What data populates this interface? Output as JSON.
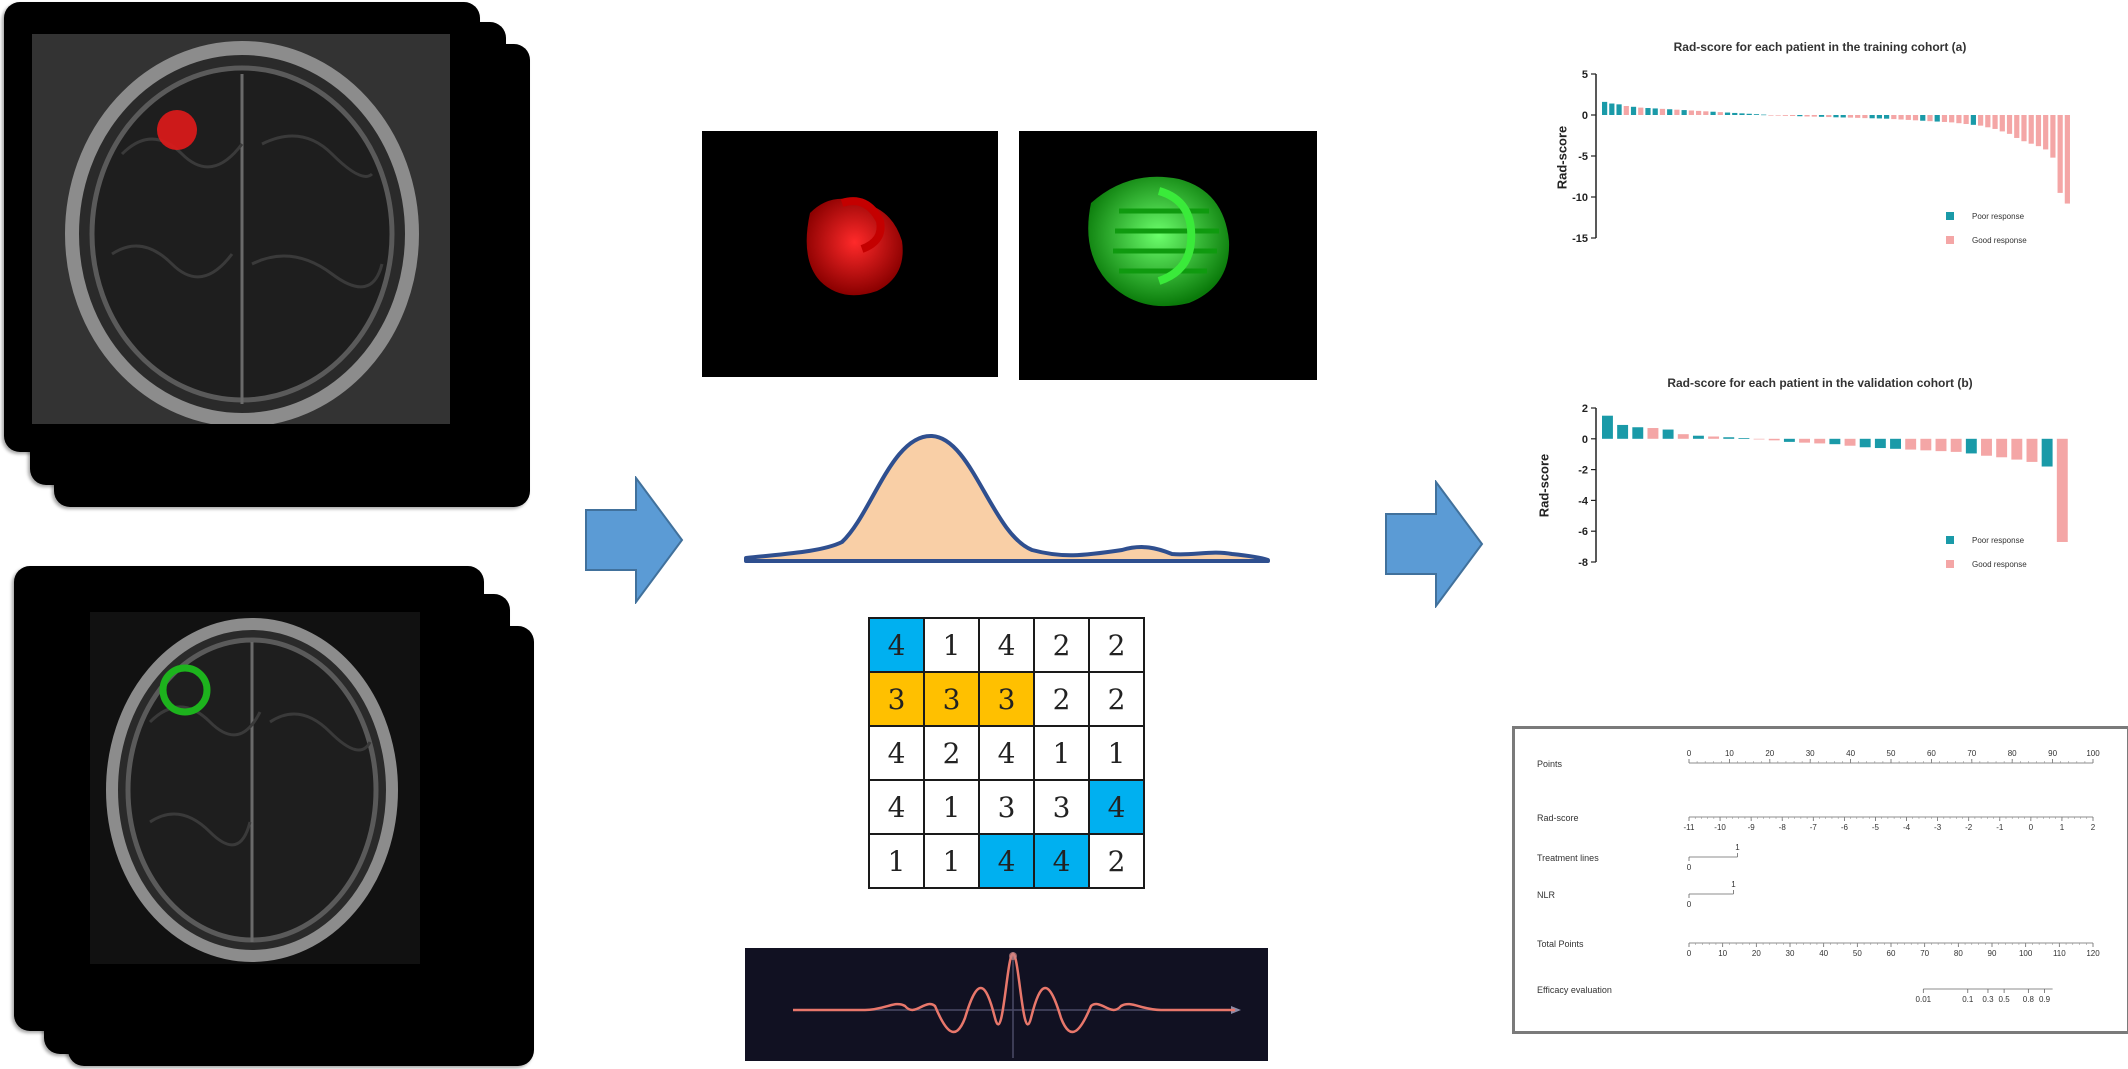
{
  "colors": {
    "arrow_fill": "#5b9bd5",
    "arrow_stroke": "#41719c",
    "roi_red": "#e01a1a",
    "roi_green": "#1db31d",
    "density_fill": "#f9cfa6",
    "density_stroke": "#2f4f8f",
    "grid_blue": "#00b0f0",
    "grid_orange": "#ffc000",
    "poor_response": "#1a9aa8",
    "good_response": "#f4a6a6",
    "wavelet_bg": "#111122",
    "wavelet_line": "#e8776b"
  },
  "icons": {
    "arrow_left": "block-arrow-right-icon",
    "arrow_right": "block-arrow-right-icon"
  },
  "glcm_matrix": [
    [
      {
        "v": "4",
        "c": "blue"
      },
      {
        "v": "1",
        "c": ""
      },
      {
        "v": "4",
        "c": ""
      },
      {
        "v": "2",
        "c": ""
      },
      {
        "v": "2",
        "c": ""
      }
    ],
    [
      {
        "v": "3",
        "c": "orange"
      },
      {
        "v": "3",
        "c": "orange"
      },
      {
        "v": "3",
        "c": "orange"
      },
      {
        "v": "2",
        "c": ""
      },
      {
        "v": "2",
        "c": ""
      }
    ],
    [
      {
        "v": "4",
        "c": ""
      },
      {
        "v": "2",
        "c": ""
      },
      {
        "v": "4",
        "c": ""
      },
      {
        "v": "1",
        "c": ""
      },
      {
        "v": "1",
        "c": ""
      }
    ],
    [
      {
        "v": "4",
        "c": ""
      },
      {
        "v": "1",
        "c": ""
      },
      {
        "v": "3",
        "c": ""
      },
      {
        "v": "3",
        "c": ""
      },
      {
        "v": "4",
        "c": "blue"
      }
    ],
    [
      {
        "v": "1",
        "c": ""
      },
      {
        "v": "1",
        "c": ""
      },
      {
        "v": "4",
        "c": "blue"
      },
      {
        "v": "4",
        "c": "blue"
      },
      {
        "v": "2",
        "c": ""
      }
    ]
  ],
  "chart_data": [
    {
      "type": "bar",
      "title": "Rad-score for each patient in the training cohort (a)",
      "ylabel": "Rad-score",
      "ylim": [
        -15,
        5
      ],
      "yticks": [
        "5",
        "0",
        "-5",
        "-10",
        "-15"
      ],
      "legend": [
        "Poor response",
        "Good response"
      ],
      "legend_position": "bottom-right",
      "values": [
        1.6,
        1.4,
        1.3,
        1.1,
        1.0,
        0.9,
        0.85,
        0.8,
        0.75,
        0.7,
        0.65,
        0.6,
        0.55,
        0.5,
        0.45,
        0.4,
        0.35,
        0.3,
        0.25,
        0.2,
        0.15,
        0.1,
        0.05,
        0.0,
        -0.05,
        -0.1,
        -0.12,
        -0.15,
        -0.18,
        -0.2,
        -0.22,
        -0.25,
        -0.28,
        -0.3,
        -0.32,
        -0.35,
        -0.38,
        -0.4,
        -0.42,
        -0.45,
        -0.5,
        -0.55,
        -0.6,
        -0.65,
        -0.7,
        -0.75,
        -0.8,
        -0.85,
        -0.9,
        -1.0,
        -1.1,
        -1.2,
        -1.3,
        -1.5,
        -1.7,
        -2.0,
        -2.3,
        -2.8,
        -3.2,
        -3.5,
        -3.8,
        -4.2,
        -5.2,
        -9.5,
        -10.8
      ],
      "groups": [
        "p",
        "p",
        "p",
        "g",
        "p",
        "g",
        "p",
        "p",
        "g",
        "p",
        "g",
        "p",
        "g",
        "g",
        "g",
        "p",
        "g",
        "p",
        "p",
        "p",
        "p",
        "p",
        "p",
        "g",
        "g",
        "g",
        "g",
        "p",
        "g",
        "g",
        "p",
        "g",
        "p",
        "p",
        "g",
        "g",
        "g",
        "p",
        "p",
        "p",
        "g",
        "g",
        "g",
        "g",
        "p",
        "g",
        "p",
        "g",
        "g",
        "g",
        "g",
        "p",
        "g",
        "g",
        "g",
        "g",
        "g",
        "g",
        "g",
        "g",
        "g",
        "g",
        "g",
        "g",
        "g"
      ]
    },
    {
      "type": "bar",
      "title": "Rad-score for each patient in the validation cohort (b)",
      "ylabel": "Rad-score",
      "ylim": [
        -8,
        2
      ],
      "yticks": [
        "2",
        "0",
        "-2",
        "-4",
        "-6",
        "-8"
      ],
      "legend": [
        "Poor response",
        "Good response"
      ],
      "legend_position": "bottom-right",
      "values": [
        1.5,
        0.9,
        0.75,
        0.7,
        0.6,
        0.3,
        0.2,
        0.15,
        0.1,
        0.05,
        0.0,
        -0.1,
        -0.2,
        -0.25,
        -0.3,
        -0.35,
        -0.45,
        -0.55,
        -0.6,
        -0.65,
        -0.7,
        -0.75,
        -0.8,
        -0.85,
        -0.95,
        -1.1,
        -1.2,
        -1.35,
        -1.5,
        -1.8,
        -6.7
      ],
      "groups": [
        "p",
        "p",
        "p",
        "g",
        "p",
        "g",
        "p",
        "g",
        "p",
        "p",
        "g",
        "g",
        "p",
        "g",
        "g",
        "p",
        "g",
        "p",
        "p",
        "p",
        "g",
        "g",
        "g",
        "g",
        "p",
        "g",
        "g",
        "g",
        "g",
        "p",
        "g"
      ]
    }
  ],
  "nomogram": {
    "rows": [
      {
        "label": "Points",
        "ticks": [
          "0",
          "10",
          "20",
          "30",
          "40",
          "50",
          "60",
          "70",
          "80",
          "90",
          "100"
        ],
        "tick_side": "top",
        "span": [
          0,
          1
        ]
      },
      {
        "label": "Rad-score",
        "ticks": [
          "-11",
          "-10",
          "-9",
          "-8",
          "-7",
          "-6",
          "-5",
          "-4",
          "-3",
          "-2",
          "-1",
          "0",
          "1",
          "2"
        ],
        "tick_side": "bottom",
        "span": [
          0,
          1
        ]
      },
      {
        "label": "Treatment lines",
        "ticks_low": "0",
        "ticks_high": "1",
        "span": [
          0,
          0.12
        ]
      },
      {
        "label": "NLR",
        "ticks_low": "0",
        "ticks_high": "1",
        "span": [
          0,
          0.11
        ]
      },
      {
        "label": "Total Points",
        "ticks": [
          "0",
          "10",
          "20",
          "30",
          "40",
          "50",
          "60",
          "70",
          "80",
          "90",
          "100",
          "110",
          "120"
        ],
        "tick_side": "bottom",
        "span": [
          0,
          1
        ]
      },
      {
        "label": "Efficacy evaluation",
        "ticks": [
          "0.01",
          "0.1",
          "0.3",
          "0.5",
          "0.8",
          "0.9"
        ],
        "tick_positions": [
          0.58,
          0.69,
          0.74,
          0.78,
          0.84,
          0.88
        ],
        "tick_side": "bottom",
        "span": [
          0.58,
          0.9
        ]
      }
    ]
  }
}
